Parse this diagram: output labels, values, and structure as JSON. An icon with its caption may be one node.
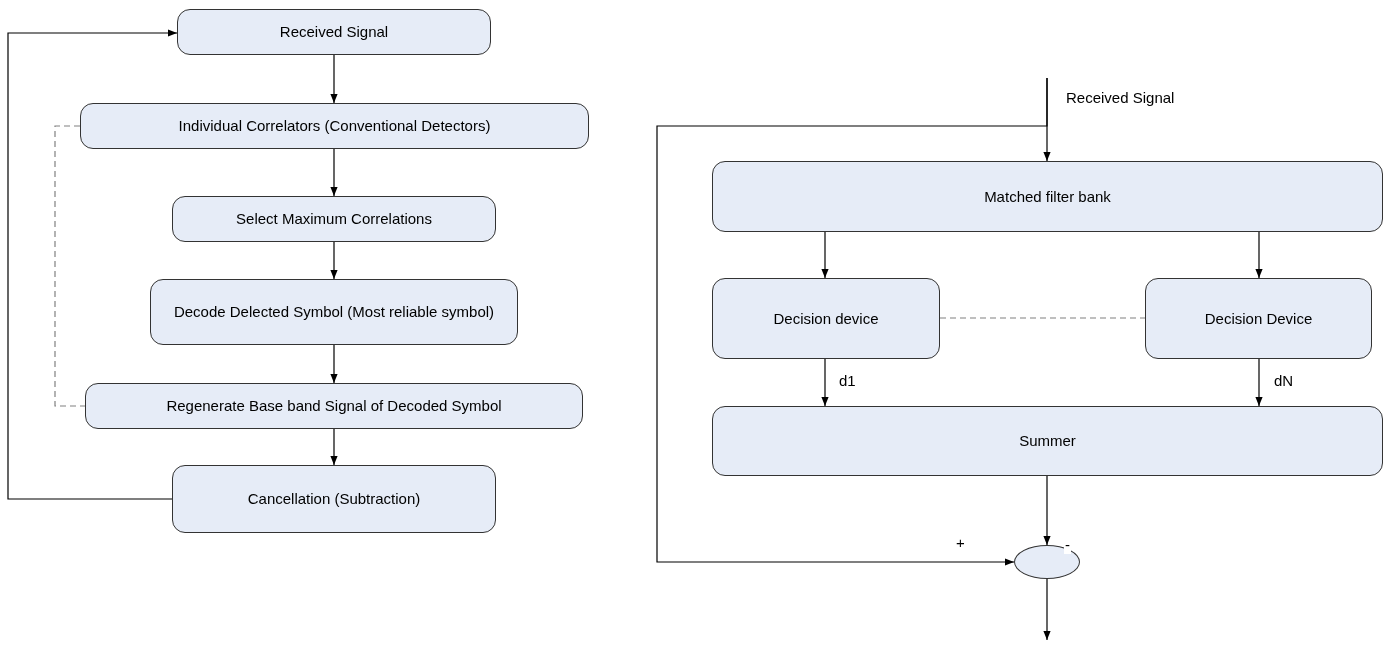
{
  "diagram": {
    "nodes": [
      {
        "text": [
          "Received Signal"
        ]
      },
      {
        "text": [
          "Individual Correlators (Conventional Detectors)"
        ]
      },
      {
        "text": [
          "Select Maximum Correlations"
        ]
      },
      {
        "text": [
          "Decode Delected Symbol (Most reliable symbol)"
        ]
      },
      {
        "text": [
          "Regenerate Base band Signal of Decoded Symbol"
        ]
      },
      {
        "text": [
          "Cancellation (Subtraction)"
        ]
      },
      {
        "text": [
          "Matched filter bank"
        ]
      },
      {
        "text": [
          "Decision device"
        ]
      },
      {
        "text": [
          "Decision Device"
        ]
      },
      {
        "text": [
          "Summer"
        ]
      },
      {
        "text": [],
        "shape": "circle"
      }
    ],
    "edges": [
      {
        "from": 0,
        "to": 1,
        "arrow": "to"
      },
      {
        "from": 1,
        "to": 2,
        "arrow": "to"
      },
      {
        "from": 2,
        "to": 3,
        "arrow": "to"
      },
      {
        "from": 3,
        "to": 4,
        "arrow": "to"
      },
      {
        "from": 4,
        "to": 5,
        "arrow": "to"
      },
      {
        "from": 5,
        "to": 0,
        "arrow": "to"
      },
      {
        "from": 1,
        "to": 4,
        "arrow": "none",
        "style": "dashed",
        "color": "#808080"
      },
      {
        "from": null,
        "to": 6,
        "arrow": "to",
        "label": "Received Signal"
      },
      {
        "from": null,
        "to": 10,
        "arrow": "to",
        "label": "+"
      },
      {
        "from": 6,
        "to": 7,
        "arrow": "to"
      },
      {
        "from": 6,
        "to": 8,
        "arrow": "to"
      },
      {
        "from": 7,
        "to": 9,
        "arrow": "to",
        "label": "d1"
      },
      {
        "from": 8,
        "to": 9,
        "arrow": "to",
        "label": "dN"
      },
      {
        "from": 7,
        "to": 8,
        "arrow": "none",
        "style": "dashed",
        "color": "#808080"
      },
      {
        "from": 9,
        "to": 10,
        "arrow": "to",
        "label": "-"
      },
      {
        "from": 10,
        "to": null,
        "arrow": "to"
      }
    ]
  }
}
